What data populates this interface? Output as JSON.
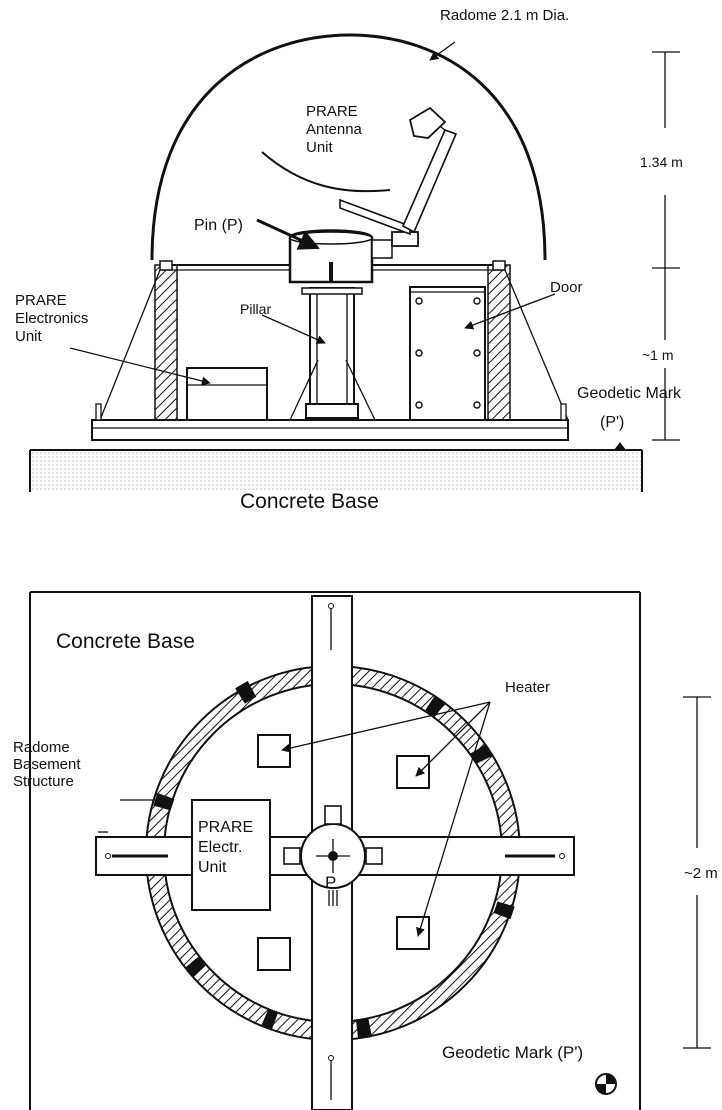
{
  "side_view": {
    "radome_label": "Radome 2.1 m Dia.",
    "antenna_label_line1": "PRARE",
    "antenna_label_line2": "Antenna",
    "antenna_label_line3": "Unit",
    "pin_label": "Pin (P)",
    "pillar_label": "Pillar",
    "door_label": "Door",
    "electronics_label_line1": "PRARE",
    "electronics_label_line2": "Electronics",
    "electronics_label_line3": "Unit",
    "height_upper_label": "1.34 m",
    "height_lower_label": "~1 m",
    "geodetic_mark_label_line1": "Geodetic Mark",
    "geodetic_mark_label_line2": "(P')",
    "base_label": "Concrete Base"
  },
  "plan_view": {
    "base_label": "Concrete Base",
    "heater_label": "Heater",
    "basement_label_line1": "Radome",
    "basement_label_line2": "Basement",
    "basement_label_line3": "Structure",
    "electronics_label_line1": "PRARE",
    "electronics_label_line2": "Electr.",
    "electronics_label_line3": "Unit",
    "pin_label": "P",
    "width_label": "~2 m",
    "geodetic_mark_label": "Geodetic Mark (P')"
  }
}
